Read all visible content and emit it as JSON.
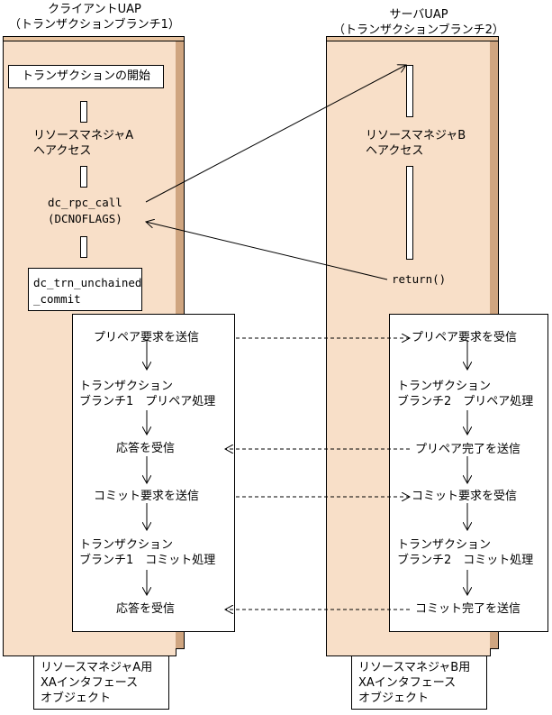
{
  "client": {
    "header_line1": "クライアントUAP",
    "header_line2": "（トランザクションブランチ1）",
    "trx_start": "トランザクションの開始",
    "rm_access_line1": "リソースマネジャA",
    "rm_access_line2": "ヘアクセス",
    "rpc_line1": "dc_rpc_call",
    "rpc_line2": "(DCNOFLAGS)",
    "commit_line1": "dc_trn_unchained",
    "commit_line2": "_commit",
    "xa_line1": "リソースマネジャA用",
    "xa_line2": "XAインタフェース",
    "xa_line3": "オブジェクト"
  },
  "server": {
    "header_line1": "サーバUAP",
    "header_line2": "（トランザクションブランチ2）",
    "rm_access_line1": "リソースマネジャB",
    "rm_access_line2": "ヘアクセス",
    "return_label": "return()",
    "xa_line1": "リソースマネジャB用",
    "xa_line2": "XAインタフェース",
    "xa_line3": "オブジェクト"
  },
  "left_panel": {
    "step1": "プリペア要求を送信",
    "step2_line1": "トランザクション",
    "step2_line2": "ブランチ1　プリペア処理",
    "step3": "応答を受信",
    "step4": "コミット要求を送信",
    "step5_line1": "トランザクション",
    "step5_line2": "ブランチ1　コミット処理",
    "step6": "応答を受信"
  },
  "right_panel": {
    "step1": "プリペア要求を受信",
    "step2_line1": "トランザクション",
    "step2_line2": "ブランチ2　プリペア処理",
    "step3": "プリペア完了を送信",
    "step4": "コミット要求を受信",
    "step5_line1": "トランザクション",
    "step5_line2": "ブランチ2　コミット処理",
    "step6": "コミット完了を送信"
  }
}
